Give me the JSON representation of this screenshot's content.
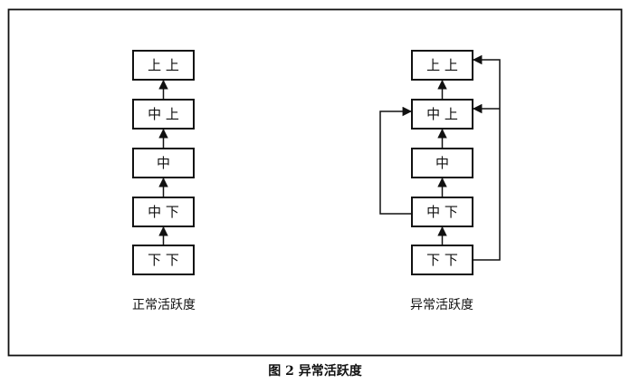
{
  "left_diagram": {
    "levels": [
      "上 上",
      "中 上",
      "中",
      "中 下",
      "下 下"
    ],
    "caption": "正常活跃度"
  },
  "right_diagram": {
    "levels": [
      "上 上",
      "中 上",
      "中",
      "中 下",
      "下 下"
    ],
    "caption": "异常活跃度"
  },
  "figure_caption": "图 2   异常活跃度"
}
